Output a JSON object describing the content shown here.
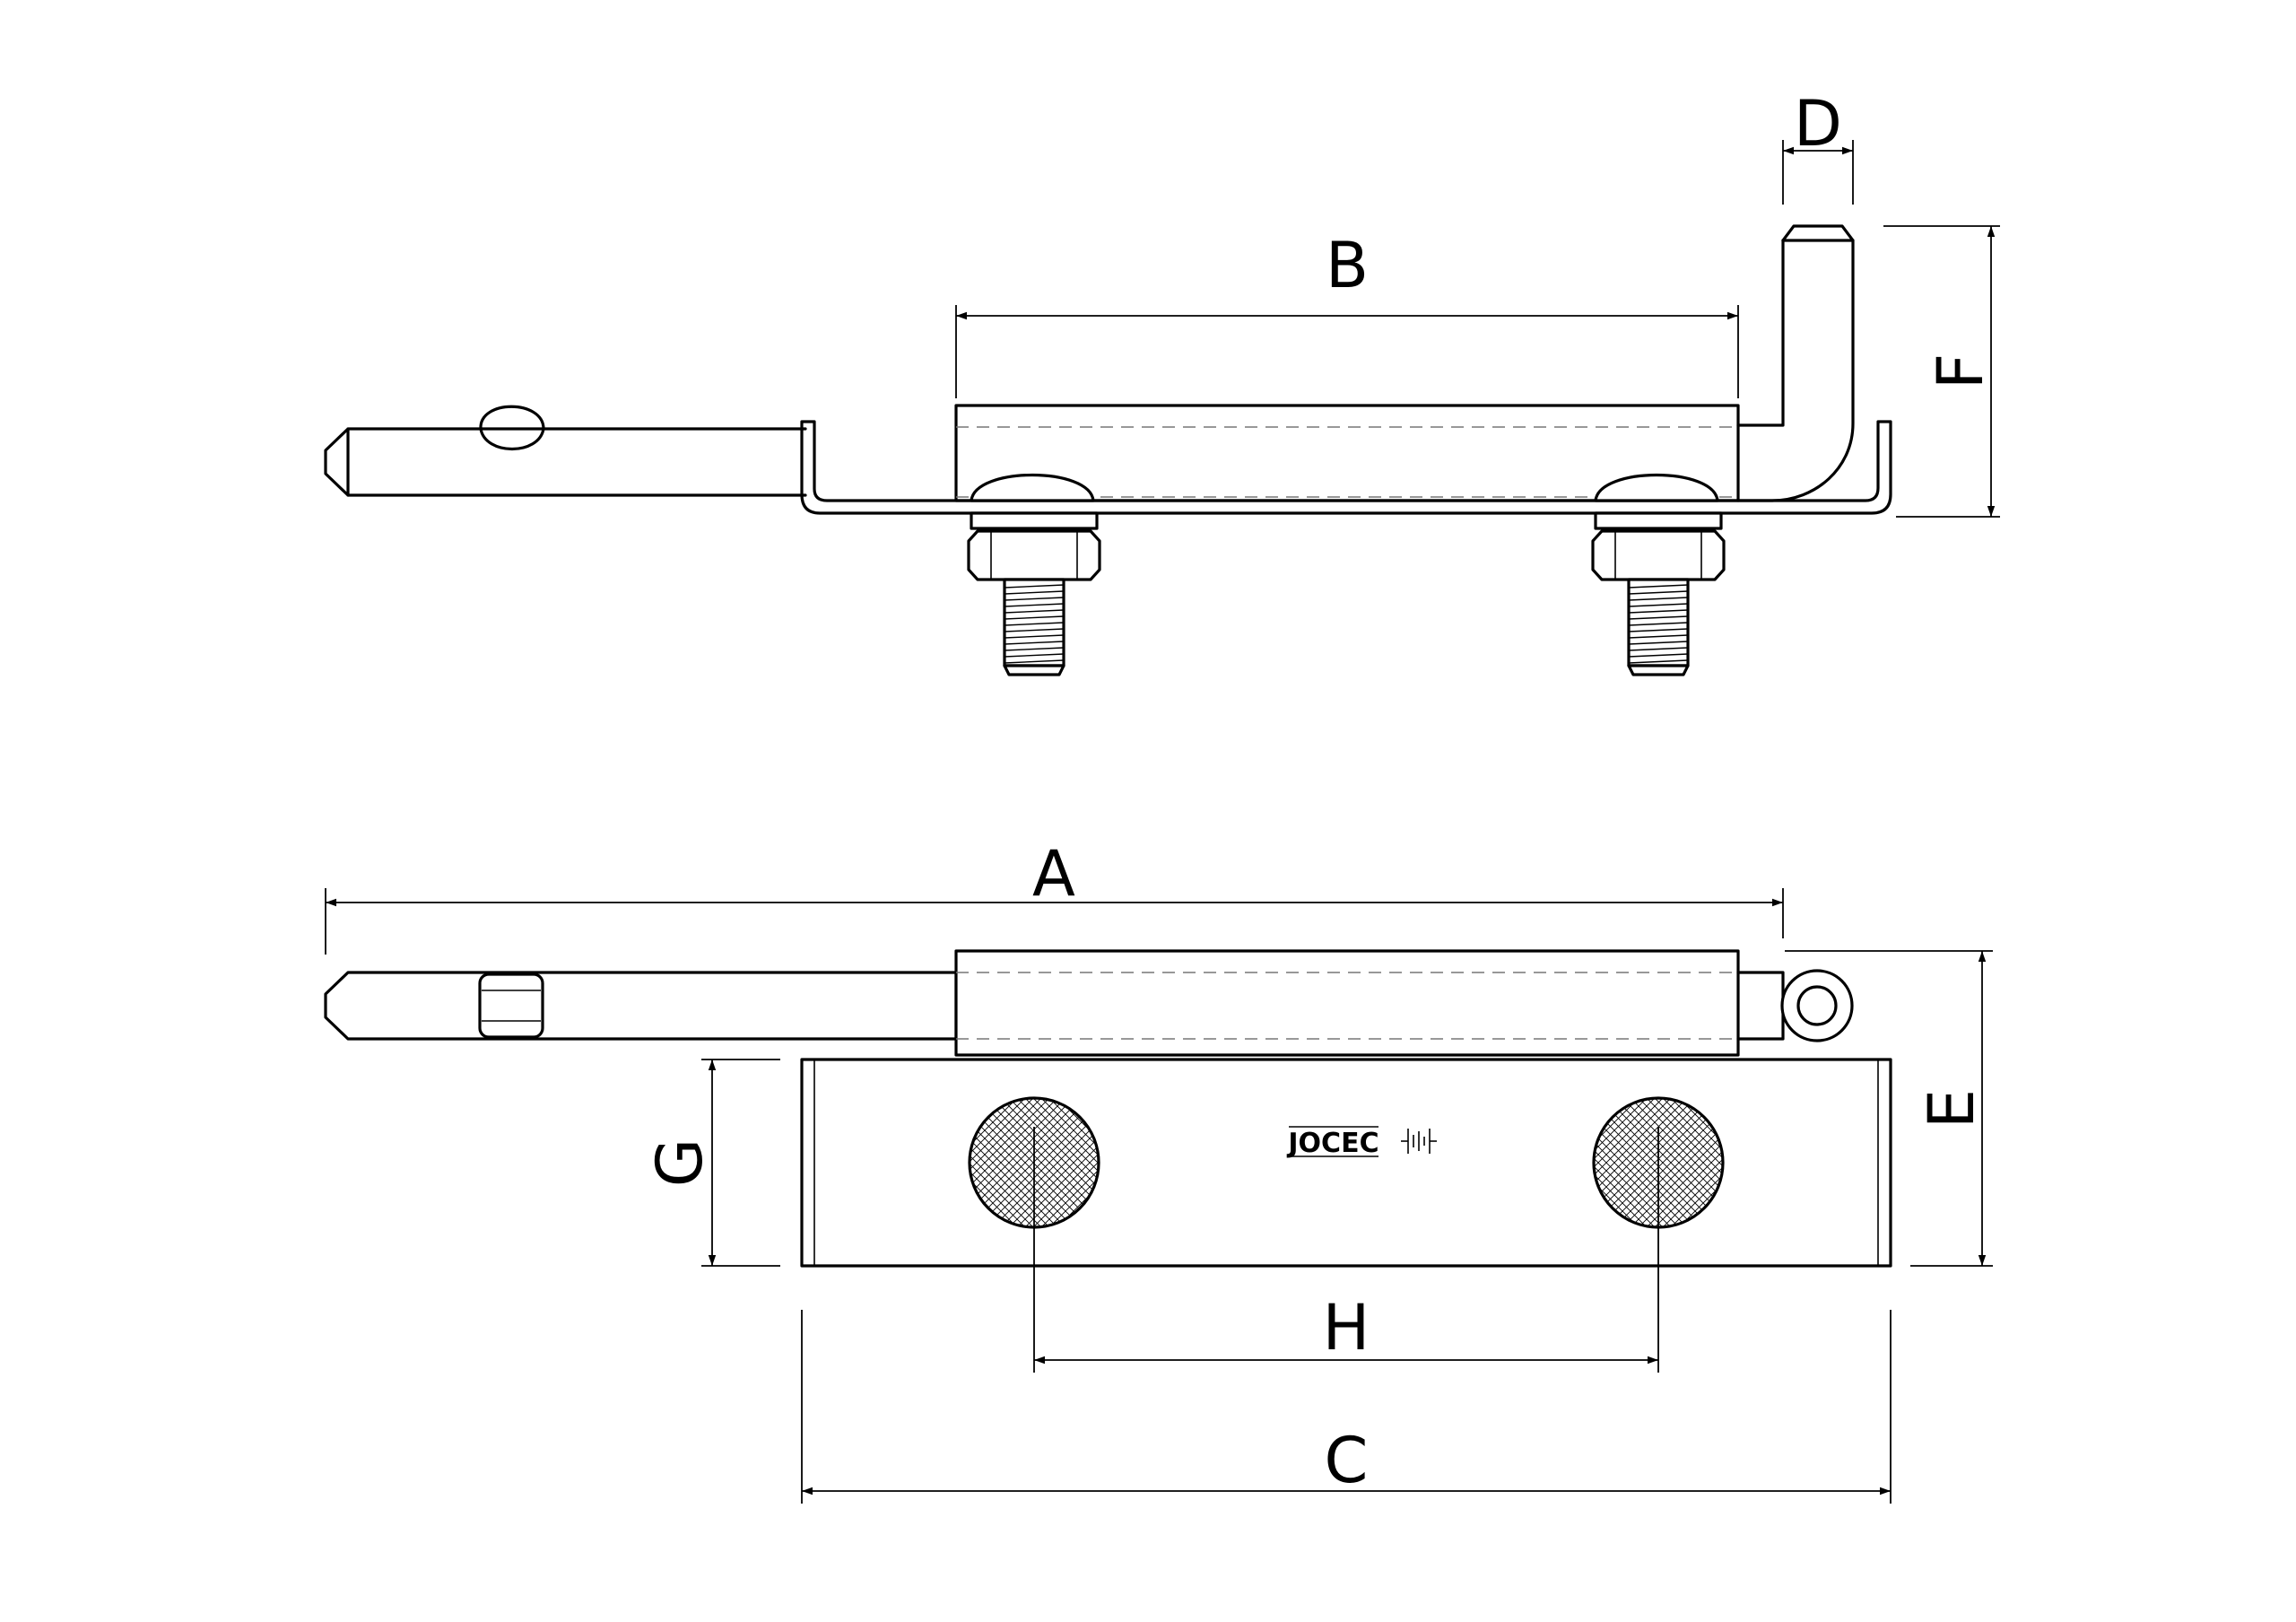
{
  "dimension_labels": {
    "a": "A",
    "b": "B",
    "c": "C",
    "d": "D",
    "e": "E",
    "f": "F",
    "g": "G",
    "h": "H"
  },
  "brand": {
    "text": "JOCEC",
    "mark_icon": "waveform-icon"
  },
  "colors": {
    "line": "#000000",
    "hidden_line": "#777777",
    "background": "#ffffff"
  }
}
